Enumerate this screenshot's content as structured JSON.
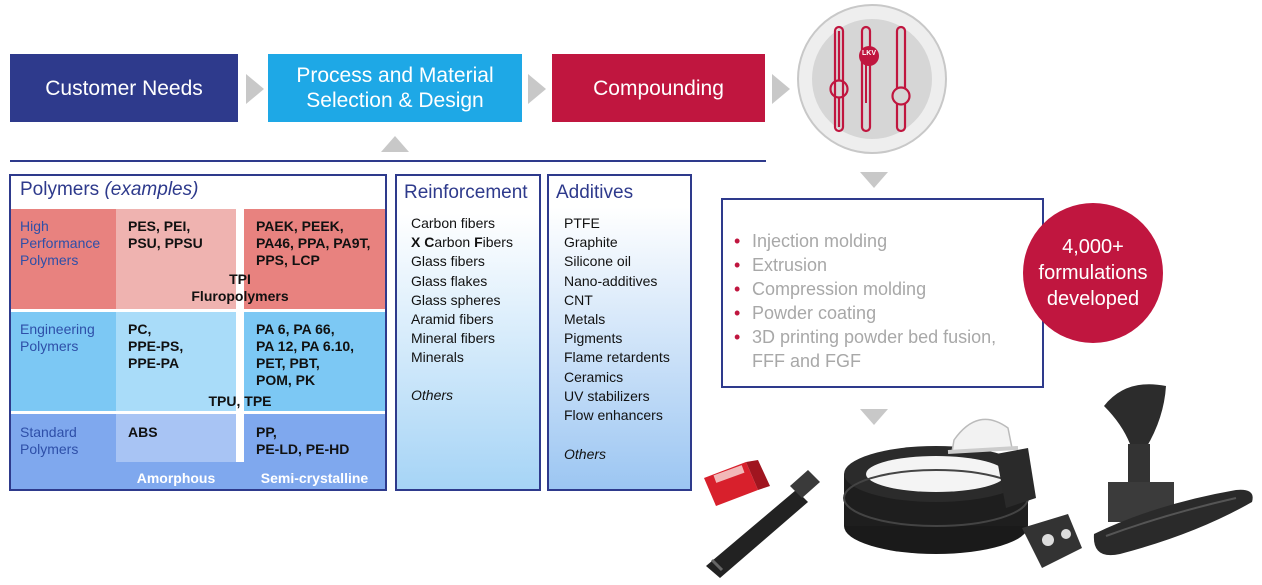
{
  "flow": {
    "step1": "Customer Needs",
    "step2_line1": "Process and Material",
    "step2_line2": "Selection & Design",
    "step3": "Compounding",
    "logo_text": "LKV"
  },
  "polymers": {
    "title": "Polymers",
    "title_italic": "(examples)",
    "rows": {
      "high": {
        "label": [
          "High",
          "Performance",
          "Polymers"
        ],
        "amorphous": [
          "PES, PEI,",
          "PSU, PPSU"
        ],
        "semi": [
          "PAEK, PEEK,",
          "PA46, PPA, PA9T,",
          "PPS, LCP"
        ]
      },
      "eng": {
        "label": [
          "Engineering",
          "Polymers"
        ],
        "amorphous": [
          "PC,",
          "PPE-PS,",
          "PPE-PA"
        ],
        "semi": [
          "PA 6, PA 66,",
          "PA 12, PA 6.10,",
          "PET, PBT,",
          "POM, PK"
        ]
      },
      "std": {
        "label": [
          "Standard",
          "Polymers"
        ],
        "amorphous": [
          "ABS"
        ],
        "semi": [
          "PP,",
          "PE-LD, PE-HD"
        ]
      }
    },
    "span_high": [
      "TPI",
      "Fluropolymers"
    ],
    "span_eng": "TPU, TPE",
    "footer_amorphous": "Amorphous",
    "footer_semi": "Semi-crystalline"
  },
  "reinforcement": {
    "title": "Reinforcement",
    "items": [
      "Carbon fibers",
      "Glass fibers",
      "Glass flakes",
      "Glass spheres",
      "Aramid fibers",
      "Mineral fibers",
      "Minerals"
    ],
    "xcarbon": {
      "x": "X",
      "c": "C",
      "arbon": "arbon ",
      "f": "F",
      "ibers": "ibers"
    },
    "others": "Others"
  },
  "additives": {
    "title": "Additives",
    "items": [
      "PTFE",
      "Graphite",
      "Silicone oil",
      "Nano-additives",
      "CNT",
      "Metals",
      "Pigments",
      "Flame retardents",
      "Ceramics",
      "UV stabilizers",
      "Flow enhancers"
    ],
    "others": "Others"
  },
  "processes": {
    "items": [
      "Injection molding",
      "Extrusion",
      "Compression molding",
      "Powder coating",
      "3D printing powder bed fusion,"
    ],
    "continuation": "FFF and FGF"
  },
  "badge": {
    "line1": "4,000+",
    "line2": "formulations",
    "line3": "developed"
  },
  "colors": {
    "navy": "#2e3a8c",
    "cyan": "#1ea8e6",
    "crimson": "#c0163f",
    "high_perf_red": "#e8827f",
    "high_perf_light": "#efb3b0",
    "engineering_blue": "#7cc8f4",
    "engineering_light": "#a9dcf9",
    "standard_blue": "#7fa8ee",
    "standard_light": "#a8c4f4",
    "arrow_grey": "#c8c8c8"
  }
}
